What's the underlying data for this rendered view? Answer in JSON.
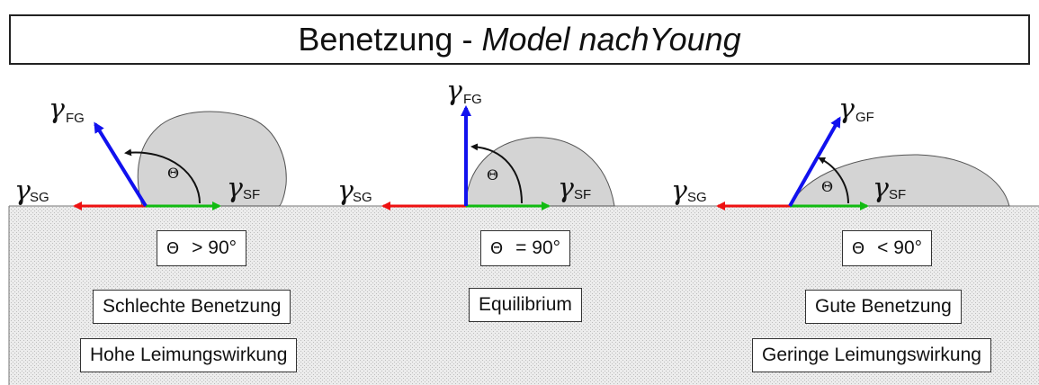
{
  "title": {
    "main": "Benetzung -",
    "sub": "Model nachYoung"
  },
  "greek": {
    "gamma": "γ",
    "theta": "Θ"
  },
  "panels": [
    {
      "gamma_top_sub": "FG",
      "gamma_left_sub": "SG",
      "gamma_right_sub": "SF",
      "angle_text": "> 90°",
      "wetting": "Schlechte Benetzung",
      "sizing": "Hohe Leimungswirkung"
    },
    {
      "gamma_top_sub": "FG",
      "gamma_left_sub": "SG",
      "gamma_right_sub": "SF",
      "angle_text": "= 90°",
      "wetting": "Equilibrium",
      "sizing": ""
    },
    {
      "gamma_top_sub": "GF",
      "gamma_left_sub": "SG",
      "gamma_right_sub": "SF",
      "angle_text": "< 90°",
      "wetting": "Gute Benetzung",
      "sizing": "Geringe Leimungswirkung"
    }
  ],
  "colors": {
    "vector_red": "#ee1111",
    "vector_green": "#11bb11",
    "vector_blue": "#1111ee",
    "droplet_fill": "#d4d4d4",
    "substrate_fill": "#e8e8e8"
  }
}
